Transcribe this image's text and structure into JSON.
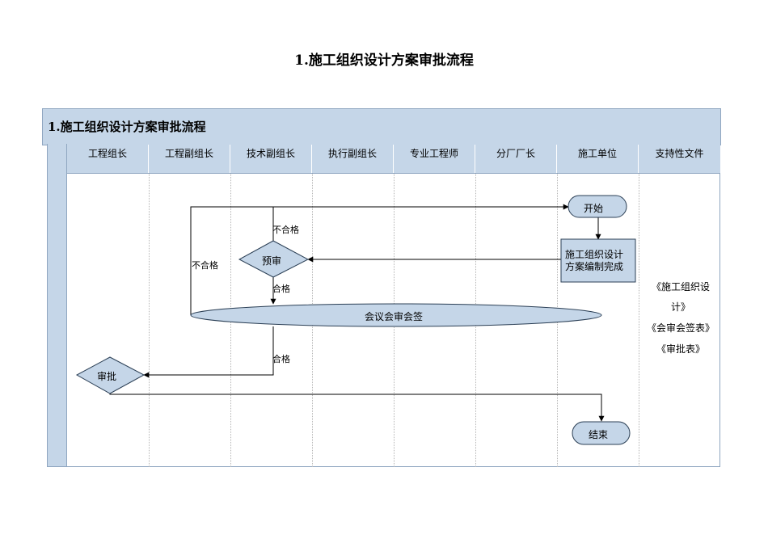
{
  "title": "1.施工组织设计方案审批流程",
  "panel_title": "1.施工组织设计方案审批流程",
  "lanes": [
    "工程组长",
    "工程副组长",
    "技术副组长",
    "执行副组长",
    "专业工程师",
    "分厂厂长",
    "施工单位",
    "支持性文件"
  ],
  "nodes": {
    "start": "开始",
    "draft": "施工组织设计方案编制完成",
    "draft_line1": "施工组织设计",
    "draft_line2": "方案编制完成",
    "prereview": "预审",
    "meeting": "会议会审会签",
    "approve": "审批",
    "end": "结束"
  },
  "edge_labels": {
    "fail_top": "不合格",
    "fail_left": "不合格",
    "pass_1": "合格",
    "pass_2": "合格"
  },
  "support_docs": [
    "《施工组织设",
    "计》",
    "《会审会签表》",
    "《审批表》"
  ],
  "colors": {
    "header_fill": "#c5d6e8",
    "node_fill": "#c5d6e8",
    "border": "#2b3f55"
  }
}
